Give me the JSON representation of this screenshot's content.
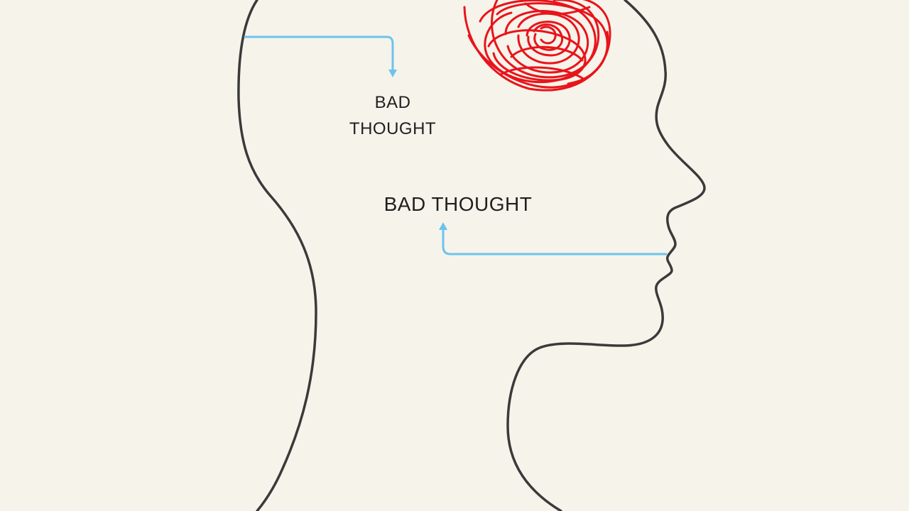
{
  "labels": {
    "top": [
      "BAD",
      "THOUGHT"
    ],
    "middle": "BAD THOUGHT"
  },
  "colors": {
    "background": "#f6f3ea",
    "outline": "#3a3a3a",
    "arrow": "#6cc3ee",
    "scribble": "#e8141b",
    "text": "#1f1f1f"
  },
  "icons": {
    "head": "head-profile-outline",
    "tangle": "tangled-thought-scribble"
  }
}
